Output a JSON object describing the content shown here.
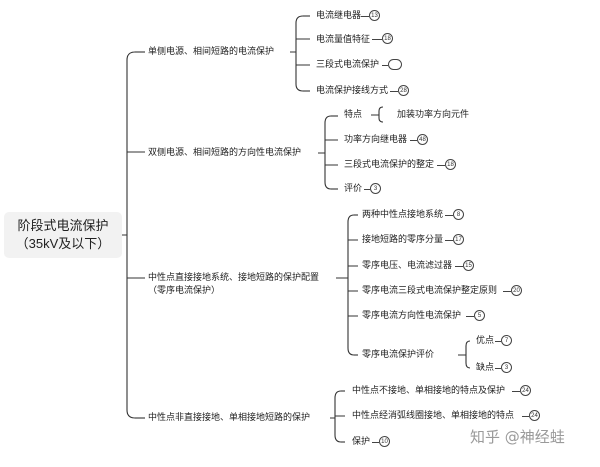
{
  "root": {
    "line1": "阶段式电流保护",
    "line2": "（35kV及以下）"
  },
  "branches": [
    {
      "label": "单侧电源、相间短路的电流保护",
      "children": [
        {
          "label": "电流继电器",
          "badge": "13"
        },
        {
          "label": "电流量值特征",
          "badge": "18"
        },
        {
          "label": "三段式电流保护",
          "badge": ""
        },
        {
          "label": "电流保护接线方式",
          "badge": "28"
        }
      ]
    },
    {
      "label": "双侧电源、相间短路的方向性电流保护",
      "children": [
        {
          "label": "特点",
          "sub": [
            "加装功率方向元件"
          ]
        },
        {
          "label": "功率方向继电器",
          "badge": "48"
        },
        {
          "label": "三段式电流保护的整定",
          "badge": "18"
        },
        {
          "label": "评价",
          "badge": "3"
        }
      ]
    },
    {
      "label_line1": "中性点直接接地系统、接地短路的保护配置",
      "label_line2": "（零序电流保护）",
      "children": [
        {
          "label": "两种中性点接地系统",
          "badge": "8"
        },
        {
          "label": "接地短路的零序分量",
          "badge": "17"
        },
        {
          "label": "零序电压、电流滤过器",
          "badge": "15"
        },
        {
          "label": "零序电流三段式电流保护整定原则",
          "badge": "20"
        },
        {
          "label": "零序电流方向性电流保护",
          "badge": "5"
        },
        {
          "label": "零序电流保护评价",
          "sub": [
            {
              "label": "优点",
              "badge": "7"
            },
            {
              "label": "缺点",
              "badge": "3"
            }
          ]
        }
      ]
    },
    {
      "label": "中性点非直接接地、单相接地短路的保护",
      "children": [
        {
          "label": "中性点不接地、单相接地的特点及保护",
          "badge": "24"
        },
        {
          "label": "中性点经消弧线圈接地、单相接地的特点",
          "badge": "24"
        },
        {
          "label": "保护",
          "badge": "10"
        }
      ]
    }
  ],
  "watermark": "知乎 @神经蛙"
}
